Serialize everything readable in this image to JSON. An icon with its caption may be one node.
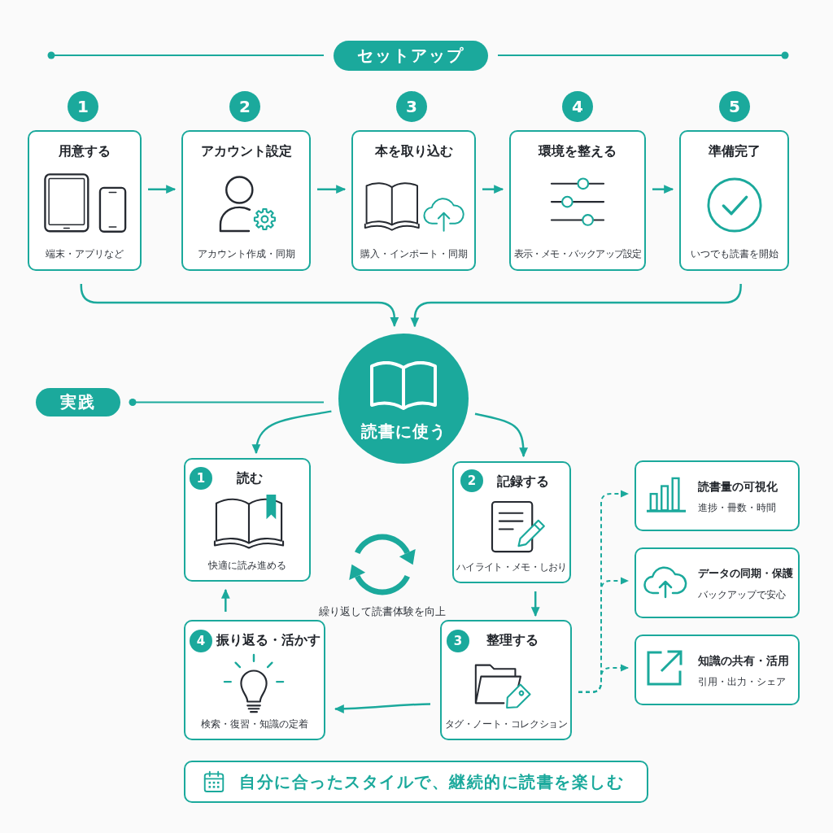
{
  "diagram": {
    "nodes": [
      {
        "text": [
          "セットアップ"
        ]
      },
      {
        "text": [
          "1"
        ]
      },
      {
        "text": [
          "用意する",
          "端末・アプリなど"
        ]
      },
      {
        "text": [
          "2"
        ]
      },
      {
        "text": [
          "アカウント設定",
          "アカウント作成・同期"
        ]
      },
      {
        "text": [
          "3"
        ]
      },
      {
        "text": [
          "本を取り込む",
          "購入・インポート・同期"
        ]
      },
      {
        "text": [
          "4"
        ]
      },
      {
        "text": [
          "環境を整える",
          "表示・メモ・バックアップ設定"
        ]
      },
      {
        "text": [
          "5"
        ]
      },
      {
        "text": [
          "準備完了",
          "いつでも読書を開始"
        ]
      },
      {
        "text": [
          "実践"
        ]
      },
      {
        "text": [
          "読書に使う"
        ]
      },
      {
        "text": [
          "読む",
          "快適に読み進める"
        ]
      },
      {
        "text": [
          "1"
        ],
        "in": 13
      },
      {
        "text": [
          "記録する",
          "ハイライト・メモ・しおり"
        ]
      },
      {
        "text": [
          "2"
        ],
        "in": 15
      },
      {
        "text": [
          "振り返る・活かす",
          "検索・復習・知識の定着"
        ]
      },
      {
        "text": [
          "4"
        ],
        "in": 17
      },
      {
        "text": [
          "整理する",
          "タグ・ノート・コレクション"
        ]
      },
      {
        "text": [
          "3"
        ],
        "in": 19
      },
      {
        "text": [
          "読書量の可視化",
          "進捗・冊数・時間"
        ]
      },
      {
        "text": [
          "データの同期・保護",
          "バックアップで安心"
        ]
      },
      {
        "text": [
          "知識の共有・活用",
          "引用・出力・シェア"
        ]
      },
      {
        "text": [
          "自分に合ったスタイルで、継続的に読書を楽しむ"
        ]
      }
    ],
    "edges": [
      {
        "from": 2,
        "to": 4,
        "arrow": "to"
      },
      {
        "from": 4,
        "to": 6,
        "arrow": "to"
      },
      {
        "from": 6,
        "to": 8,
        "arrow": "to"
      },
      {
        "from": 8,
        "to": 10,
        "arrow": "to"
      },
      {
        "from": 2,
        "to": 12,
        "arrow": "to"
      },
      {
        "from": 10,
        "to": 12,
        "arrow": "to"
      },
      {
        "from": 12,
        "to": 13,
        "arrow": "to"
      },
      {
        "from": 12,
        "to": 15,
        "arrow": "to"
      },
      {
        "from": 15,
        "to": 19,
        "arrow": "to"
      },
      {
        "from": 19,
        "to": 17,
        "arrow": "to"
      },
      {
        "from": 17,
        "to": 13,
        "arrow": "to"
      },
      {
        "from": 19,
        "to": 21,
        "arrow": "to",
        "style": "dashed"
      },
      {
        "from": 19,
        "to": 22,
        "arrow": "to",
        "style": "dashed"
      },
      {
        "from": 19,
        "to": 23,
        "arrow": "to",
        "style": "dashed"
      }
    ],
    "labels": [
      "繰り返して読書体験を向上"
    ]
  }
}
